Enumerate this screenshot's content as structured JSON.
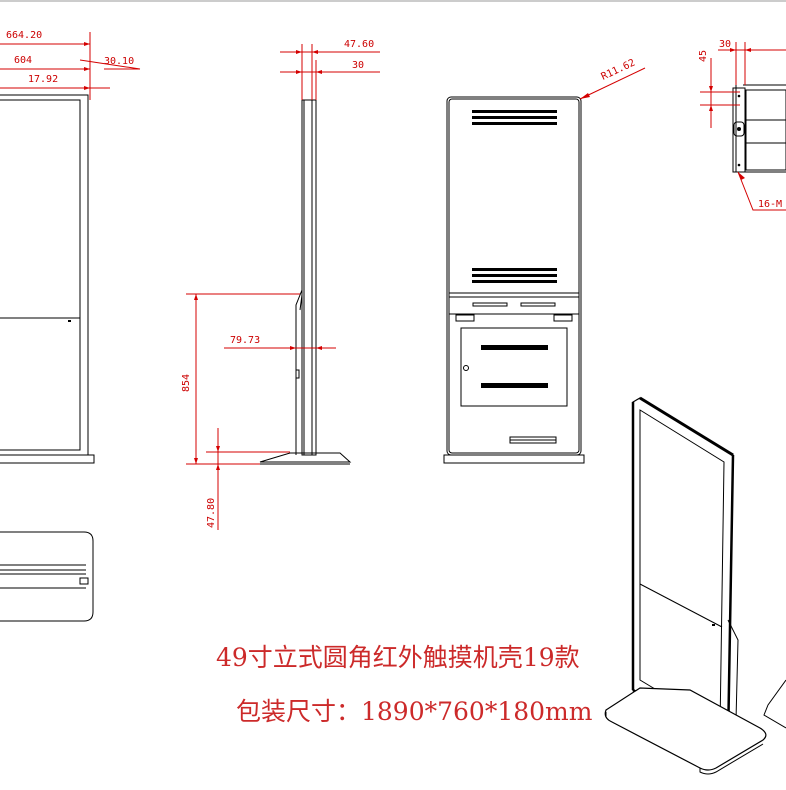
{
  "dimensions": {
    "width_overall": "664.20",
    "width_screen": "604",
    "depth_total": "30.10",
    "bezel": "17.92",
    "side_depth": "47.60",
    "side_thickness": "30",
    "corner_radius": "R11.62",
    "height_lower": "854",
    "stand_offset": "79.73",
    "base_height": "47.80",
    "bracket_offset": "45",
    "bracket_width": "30",
    "hole_label": "16-M"
  },
  "caption": {
    "title": "49寸立式圆角红外触摸机壳19款",
    "package": "包装尺寸：1890*760*180mm"
  },
  "colors": {
    "dimension": "#cc0000",
    "caption": "#cc2a2a",
    "line": "#000000"
  }
}
